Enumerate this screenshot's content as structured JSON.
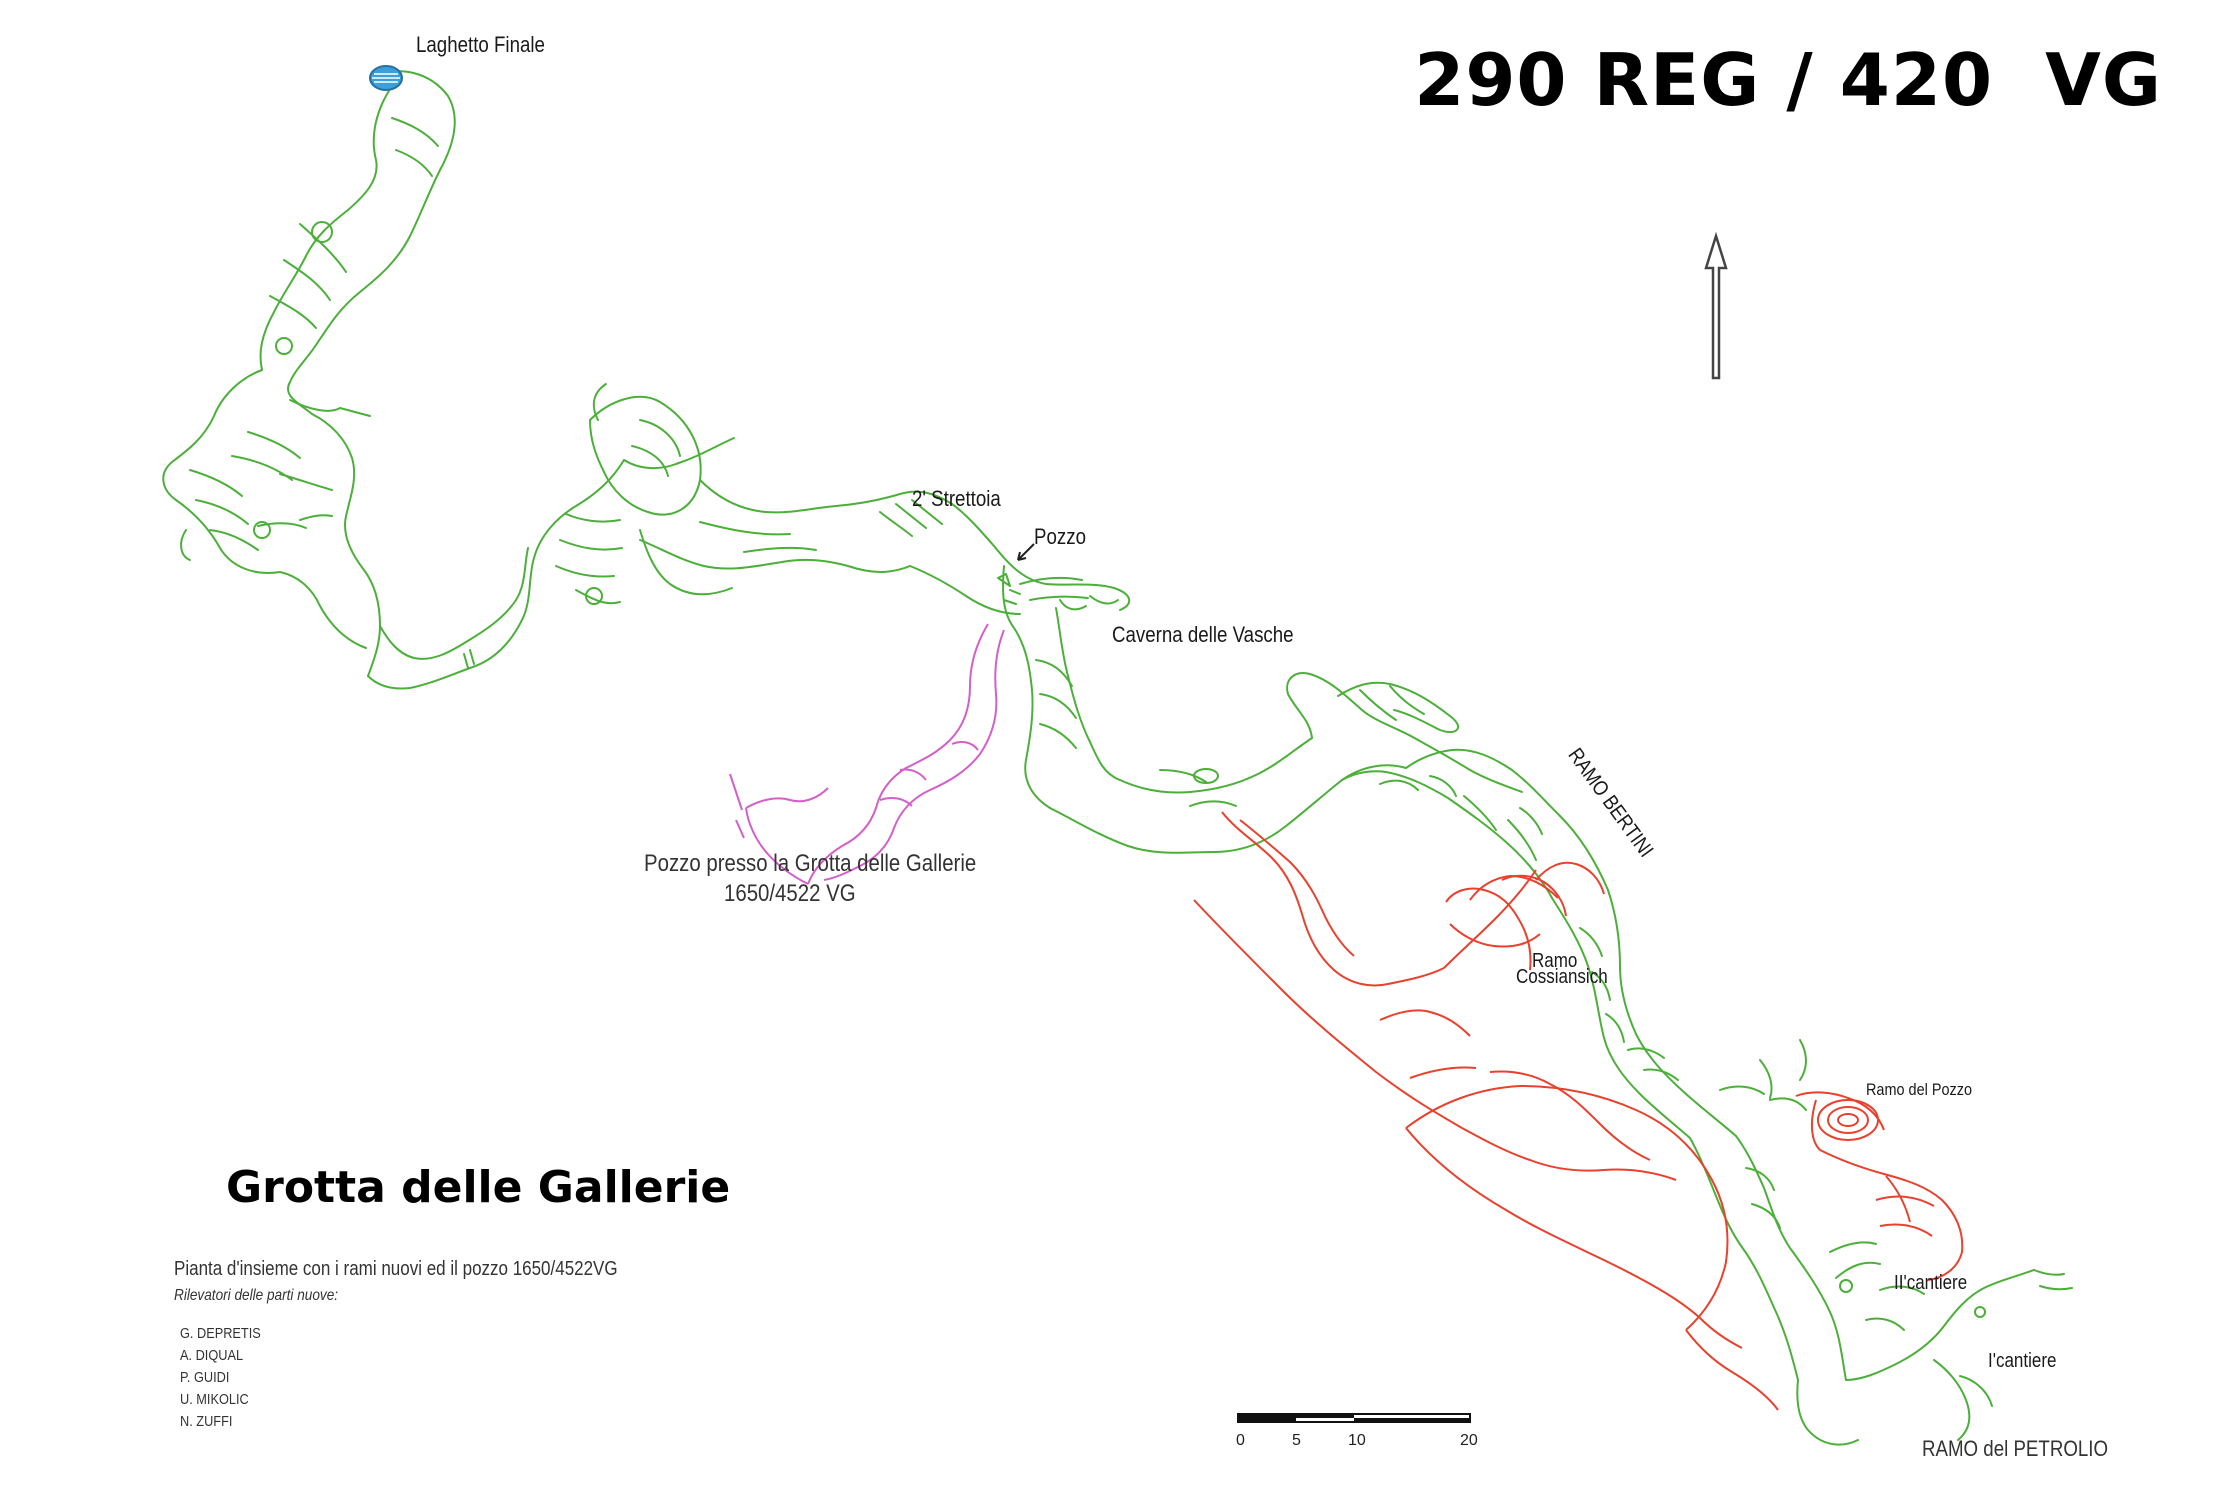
{
  "header": {
    "registry_code": "290 REG / 420  VG"
  },
  "title": {
    "cave_name": "Grotta delle Gallerie"
  },
  "labels": {
    "laghetto": "Laghetto Finale",
    "strettoia": "2' Strettoia",
    "pozzo": "Pozzo",
    "caverna": "Caverna delle Vasche",
    "pozzo_presso_line1": "Pozzo presso la Grotta delle Gallerie",
    "pozzo_presso_line2": "1650/4522 VG",
    "ramo_bertini": "RAMO BERTINI",
    "ramo_cossiansich_line1": "Ramo",
    "ramo_cossiansich_line2": "Cossiansich",
    "ramo_del_pozzo": "Ramo del Pozzo",
    "ii_cantiere": "II'cantiere",
    "i_cantiere": "I'cantiere",
    "ramo_petrolio": "RAMO del PETROLIO"
  },
  "legend": {
    "description": "Pianta d'insieme con i rami nuovi ed il pozzo 1650/4522VG",
    "surveyors_title": "Rilevatori delle parti nuove:",
    "surveyors": [
      "G. DEPRETIS",
      "A. DIQUAL",
      "P. GUIDI",
      "U. MIKOLIC",
      "N. ZUFFI"
    ]
  },
  "scale_bar": {
    "ticks": [
      "0",
      "5",
      "10",
      "20"
    ]
  },
  "colors": {
    "old_survey": "#4caf3a",
    "new_branches": "#e8412e",
    "pozzo_1650": "#d45fc8",
    "lake": "#3aa0d8",
    "text": "#000000"
  },
  "icons": {
    "north_arrow": "north-arrow-icon"
  }
}
